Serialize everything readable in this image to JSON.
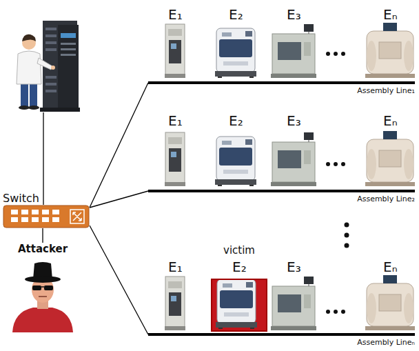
{
  "diagram": {
    "nodes": [
      {
        "text": [
          "Switch"
        ]
      },
      {
        "text": [
          "Attacker"
        ]
      },
      {
        "text": [
          "Assembly Line₁"
        ]
      },
      {
        "text": [
          "Assembly Line₂"
        ]
      },
      {
        "text": [
          "victim"
        ]
      },
      {
        "text": [
          "Assembly Lineₙ"
        ]
      }
    ],
    "edges": [
      {
        "from": 0,
        "to": 2,
        "arrow": "none"
      },
      {
        "from": 0,
        "to": 3,
        "arrow": "none"
      },
      {
        "from": 0,
        "to": 5,
        "arrow": "none"
      },
      {
        "from": 0,
        "to": 1,
        "arrow": "none"
      }
    ],
    "labels": [
      "E₁",
      "E₂",
      "E₃",
      "Eₙ",
      "E₁",
      "E₂",
      "E₃",
      "Eₙ",
      "E₁",
      "E₂",
      "E₃",
      "Eₙ"
    ]
  }
}
